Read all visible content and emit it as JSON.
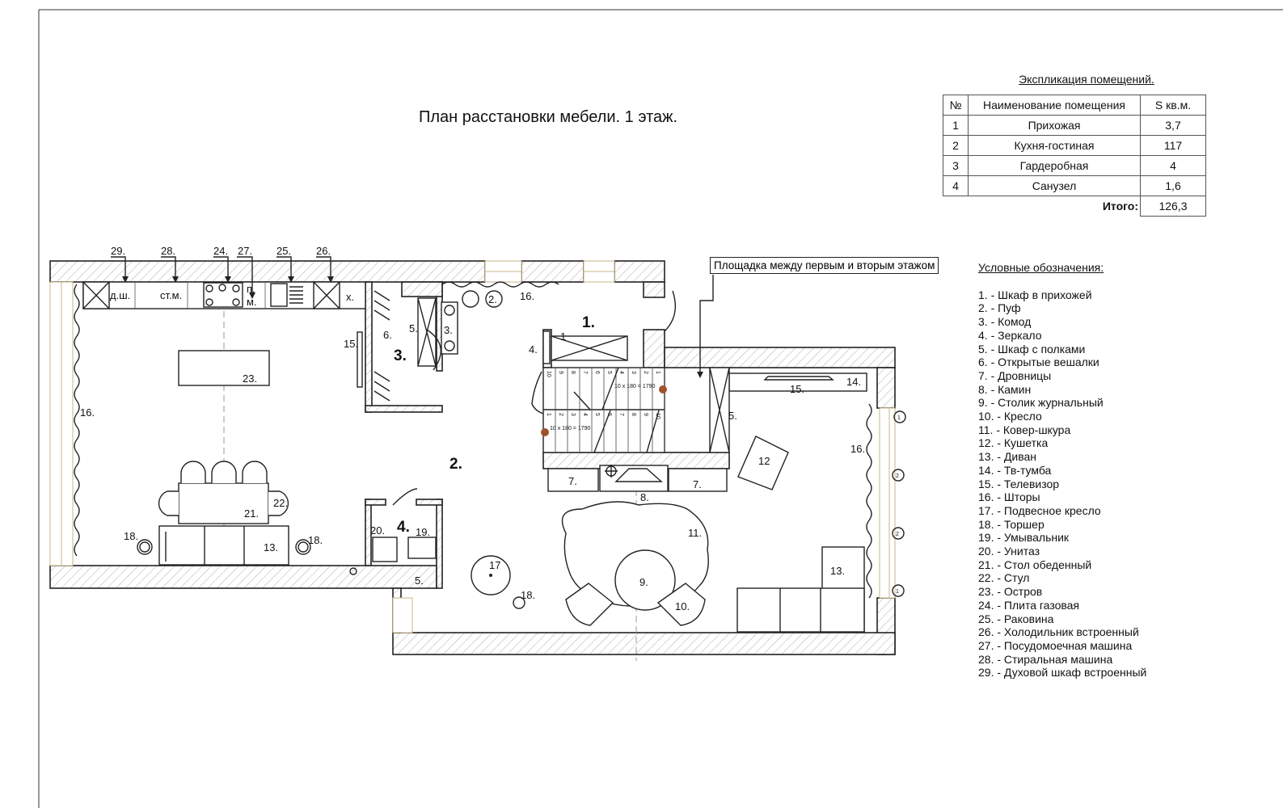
{
  "title": "План расстановки мебели. 1 этаж.",
  "explication": {
    "title": "Экспликация помещений.",
    "headers": [
      "№",
      "Наименование помещения",
      "S кв.м."
    ],
    "rows": [
      {
        "n": "1",
        "name": "Прихожая",
        "area": "3,7"
      },
      {
        "n": "2",
        "name": "Кухня-гостиная",
        "area": "117"
      },
      {
        "n": "3",
        "name": "Гардеробная",
        "area": "4"
      },
      {
        "n": "4",
        "name": "Санузел",
        "area": "1,6"
      }
    ],
    "total_label": "Итого:",
    "total": "126,3"
  },
  "legend": {
    "title": "Условные обозначения",
    "items": [
      "1. - Шкаф в прихожей",
      "2. - Пуф",
      "3. - Комод",
      "4. - Зеркало",
      "5. - Шкаф с полками",
      "6. - Открытые вешалки",
      "7. - Дровницы",
      "8. - Камин",
      "9. - Столик журнальный",
      "10. - Кресло",
      "11. - Ковер-шкура",
      "12. - Кушетка",
      "13. - Диван",
      "14. - Тв-тумба",
      "15. - Телевизор",
      "16. - Шторы",
      "17. - Подвесное кресло",
      "18. - Торшер",
      "19. - Умывальник",
      "20. - Унитаз",
      "21. - Стол обеденный",
      "22. - Стул",
      "23. - Остров",
      "24. - Плита газовая",
      "25. - Раковина",
      "26. - Холодильник встроенный",
      "27. - Посудомоечная машина",
      "28. - Стиральная машина",
      "29. - Духовой шкаф встроенный"
    ]
  },
  "callout": "Площадка между первым и вторым этажом",
  "stair_note": "10 x 180 = 1790",
  "stairs": {
    "upper_flight": [
      "10",
      "9",
      "8",
      "7",
      "6",
      "5",
      "4",
      "3",
      "2",
      "1"
    ],
    "lower_flight": [
      "1",
      "2",
      "3",
      "4",
      "5",
      "6",
      "7",
      "8",
      "9",
      "10"
    ]
  },
  "plan": {
    "marks": [
      "29.",
      "28.",
      "24.",
      "27.",
      "25.",
      "26.",
      "д.ш.",
      "ст.м.",
      "п.",
      "м.",
      "х.",
      "2.",
      "16.",
      "1.",
      "1",
      "4.",
      "5.",
      "3.",
      "6.",
      "15.",
      "3.",
      "23.",
      "16.",
      "2.",
      "5.",
      "15.",
      "14.",
      "12",
      "16.",
      "7.",
      "7.",
      "8.",
      "11.",
      "21.",
      "22.",
      "20.",
      "4.",
      "19.",
      "18.",
      "13.",
      "18.",
      "17",
      "5.",
      "18.",
      "9.",
      "10.",
      "13.",
      "1",
      "2",
      "2",
      "1"
    ]
  }
}
